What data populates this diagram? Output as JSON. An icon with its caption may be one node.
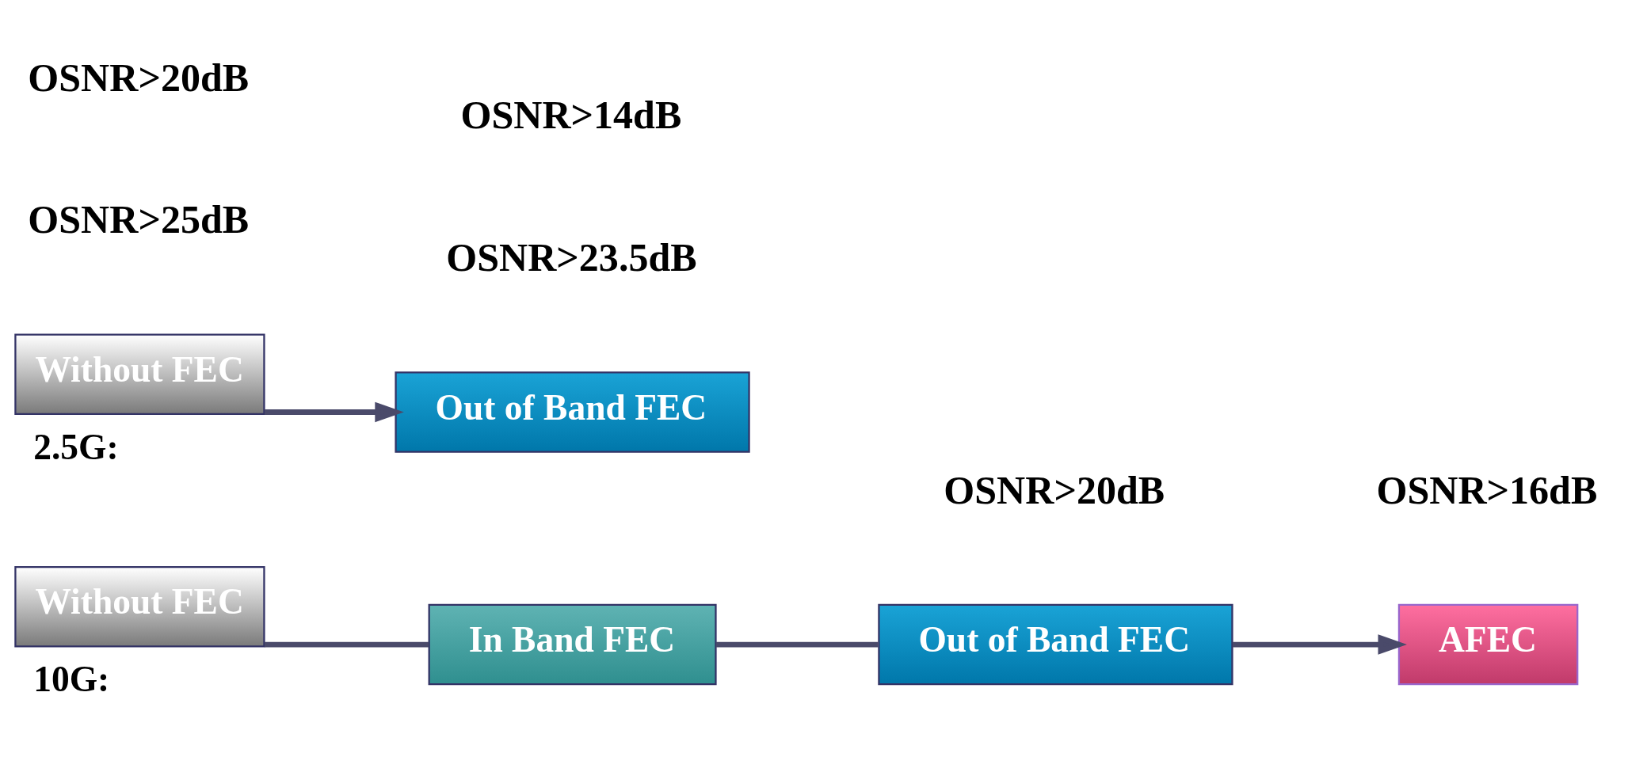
{
  "diagram": {
    "nodes": [
      {
        "text": [
          "Without FEC"
        ],
        "beside": [
          "10G:"
        ]
      },
      {
        "text": [
          "In Band FEC"
        ]
      },
      {
        "text": [
          "Out of Band FEC"
        ]
      },
      {
        "text": [
          "AFEC"
        ]
      },
      {
        "text": [
          "Without FEC"
        ],
        "beside": [
          "2.5G:"
        ]
      },
      {
        "text": [
          "Out of Band FEC"
        ]
      }
    ],
    "edges": [
      {
        "from": 0,
        "to": 1,
        "arrow": "none"
      },
      {
        "from": 1,
        "to": 2,
        "arrow": "none"
      },
      {
        "from": 2,
        "to": 3,
        "arrow": "to"
      },
      {
        "from": 4,
        "to": 5,
        "arrow": "to"
      }
    ],
    "labels": [
      "OSNR>16dB",
      "OSNR>20dB",
      "OSNR>23.5dB",
      "OSNR>14dB",
      "OSNR>25dB",
      "OSNR>20dB"
    ]
  }
}
